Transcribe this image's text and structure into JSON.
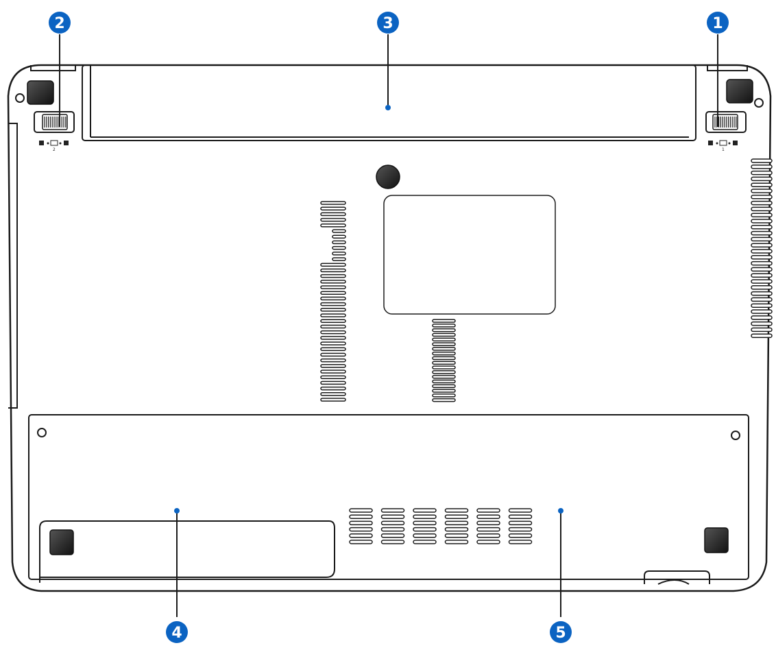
{
  "callouts": [
    {
      "id": "1",
      "label": "1"
    },
    {
      "id": "2",
      "label": "2"
    },
    {
      "id": "3",
      "label": "3"
    },
    {
      "id": "4",
      "label": "4"
    },
    {
      "id": "5",
      "label": "5"
    }
  ],
  "lock_marks": {
    "left_number": "2",
    "right_number": "1"
  },
  "colors": {
    "outline": "#1a1a1a",
    "callout_blue": "#0b63c2",
    "foot_fill": "#2a2a2a",
    "background": "#ffffff"
  }
}
